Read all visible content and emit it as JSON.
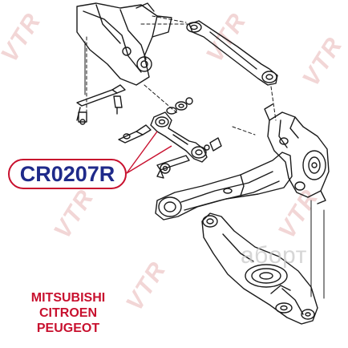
{
  "watermark": {
    "brand": "VTR",
    "tiles": [
      "VTR",
      "VTR",
      "VTR",
      "VTR",
      "VTR",
      "VTR"
    ],
    "brand_color": "#f2d6d6"
  },
  "forum_watermark": "аборт",
  "part_label": {
    "text": "CR0207R",
    "text_color": "#1f2a8a",
    "border_color": "#c8102e"
  },
  "applicable_makes": [
    "MITSUBISHI",
    "CITROEN",
    "PEUGEOT"
  ],
  "makes_color": "#c8102e",
  "drawing_color": "#1a1a1a",
  "leader_color": "#c8102e"
}
